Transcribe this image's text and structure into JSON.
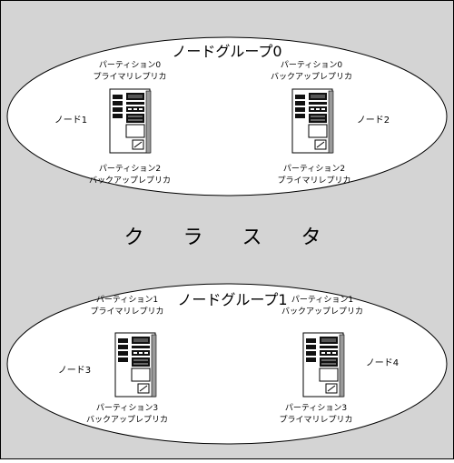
{
  "cluster": {
    "label": "ク ラ ス タ",
    "background": "#d4d4d4"
  },
  "groups": [
    {
      "title": "ノードグループ0",
      "nodes": [
        {
          "name": "ノード1",
          "top": {
            "partition": "パーティション0",
            "role": "プライマリレプリカ"
          },
          "bottom": {
            "partition": "パーティション2",
            "role": "バックアップレプリカ"
          }
        },
        {
          "name": "ノード2",
          "top": {
            "partition": "パーティション0",
            "role": "バックアップレプリカ"
          },
          "bottom": {
            "partition": "パーティション2",
            "role": "プライマリレプリカ"
          }
        }
      ]
    },
    {
      "title": "ノードグループ1",
      "nodes": [
        {
          "name": "ノード3",
          "top": {
            "partition": "パーティション1",
            "role": "プライマリレプリカ"
          },
          "bottom": {
            "partition": "パーティション3",
            "role": "バックアップレプリカ"
          }
        },
        {
          "name": "ノード4",
          "top": {
            "partition": "パーティション1",
            "role": "バックアップレプリカ"
          },
          "bottom": {
            "partition": "パーティション3",
            "role": "プライマリレプリカ"
          }
        }
      ]
    }
  ]
}
